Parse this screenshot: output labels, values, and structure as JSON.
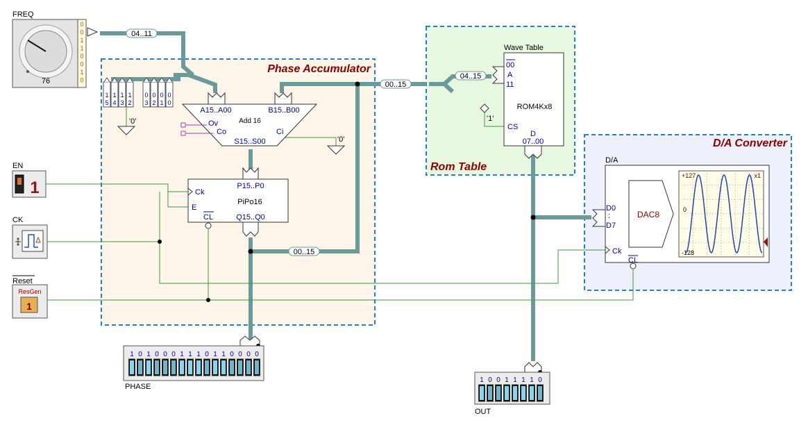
{
  "colors": {
    "bus": "#6b9a9a",
    "wire": "#3a9a3a",
    "pin_text": "#0000aa",
    "region_title": "#8b0000",
    "region_border": "#1e7fd8",
    "phase_bg": "#fdf4ea",
    "rom_bg": "#e8f8e0",
    "da_bg": "#eef0fb"
  },
  "regions": {
    "phase_accumulator": "Phase Accumulator",
    "rom_table": "Rom Table",
    "da_converter": "D/A Converter"
  },
  "freq": {
    "label": "FREQ",
    "knob_value": "76",
    "bits": [
      "0",
      "0",
      "1",
      "1",
      "0",
      "0",
      "1",
      "0"
    ]
  },
  "inputs": {
    "en_label": "EN",
    "en_value": "1",
    "ck_label": "CK",
    "reset_label": "Reset",
    "resgen_label": "ResGen",
    "resgen_value": "1"
  },
  "constants": {
    "upper_bits": [
      [
        "1",
        "5"
      ],
      [
        "1",
        "4"
      ],
      [
        "1",
        "3"
      ],
      [
        "1",
        "2"
      ]
    ],
    "lower_bits": [
      [
        "0",
        "3"
      ],
      [
        "0",
        "2"
      ],
      [
        "0",
        "1"
      ],
      [
        "0",
        "0"
      ]
    ],
    "zero1": "'0'",
    "zero2": "'0'",
    "one": "'1'"
  },
  "adder": {
    "name": "Add 16",
    "a": "A15..A00",
    "b": "B15..B00",
    "s": "S15..S00",
    "ov": "Ov",
    "co": "Co",
    "ci": "Ci"
  },
  "register": {
    "name": "PiPo16",
    "p": "P15..P0",
    "q": "Q15..Q0",
    "ck": "Ck",
    "e": "E",
    "cl": "CL"
  },
  "rom": {
    "title": "Wave Table",
    "name": "ROM4Kx8",
    "a_top": "00",
    "a_mid": "A",
    "a_bot": "11",
    "cs": "CS",
    "d": "D",
    "d_range": "07..00"
  },
  "dac": {
    "title": "D/A",
    "name": "DAC8",
    "d0": "D0",
    "d7": "D7",
    "ck": "Ck",
    "cl": "CL",
    "scope_top": "+127",
    "scope_zero": "0",
    "scope_bottom": "-128",
    "scope_xlabel": "x1"
  },
  "bus_labels": {
    "freq_bus": "04..11",
    "rom_bus1": "00..15",
    "rom_bus2": "04..15",
    "feedback": "00..15"
  },
  "outputs": {
    "phase_label": "PHASE",
    "phase_bits": [
      "1",
      "0",
      "1",
      "0",
      "0",
      "0",
      "1",
      "1",
      "1",
      "0",
      "1",
      "1",
      "0",
      "0",
      "0",
      "0"
    ],
    "out_label": "OUT",
    "out_bits": [
      "1",
      "0",
      "0",
      "1",
      "1",
      "1",
      "1",
      "0"
    ]
  }
}
